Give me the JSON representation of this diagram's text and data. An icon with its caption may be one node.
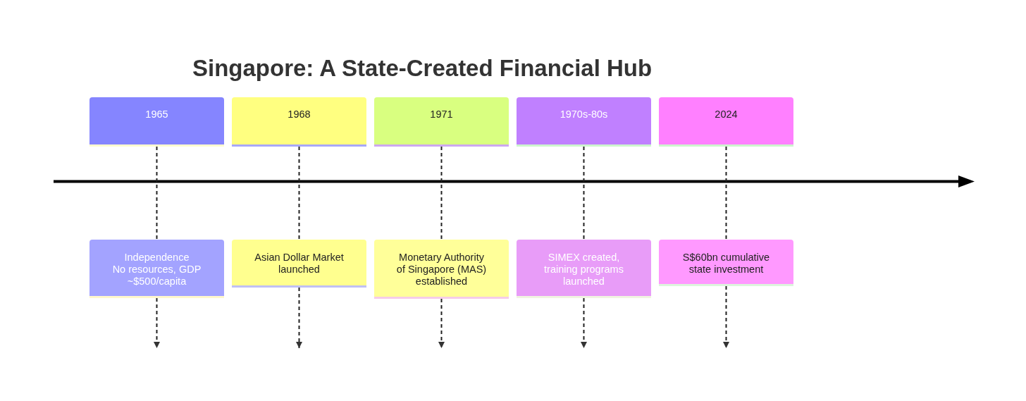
{
  "diagram": {
    "title": "Singapore: A State-Created Financial Hub",
    "nodes": [
      {
        "text": [
          "1965"
        ]
      },
      {
        "text": [
          "Independence",
          "No resources, GDP ~$500/capita"
        ]
      },
      {
        "text": [
          "1968"
        ]
      },
      {
        "text": [
          "Asian Dollar Market launched"
        ]
      },
      {
        "text": [
          "1971"
        ]
      },
      {
        "text": [
          "Monetary Authority of Singapore (MAS) established"
        ]
      },
      {
        "text": [
          "1970s-80s"
        ]
      },
      {
        "text": [
          "SIMEX created, training programs launched"
        ]
      },
      {
        "text": [
          "2024"
        ]
      },
      {
        "text": [
          "S$60bn cumulative state investment"
        ]
      }
    ],
    "edges": [
      {
        "from": 0,
        "to": 1,
        "arrow": "none",
        "style": "dashed"
      },
      {
        "from": 1,
        "to": null,
        "arrow": "to",
        "style": "dashed"
      },
      {
        "from": 2,
        "to": 3,
        "arrow": "none",
        "style": "dashed"
      },
      {
        "from": 3,
        "to": null,
        "arrow": "to",
        "style": "dashed"
      },
      {
        "from": 4,
        "to": 5,
        "arrow": "none",
        "style": "dashed"
      },
      {
        "from": 5,
        "to": null,
        "arrow": "to",
        "style": "dashed"
      },
      {
        "from": 6,
        "to": 7,
        "arrow": "none",
        "style": "dashed"
      },
      {
        "from": 7,
        "to": null,
        "arrow": "to",
        "style": "dashed"
      },
      {
        "from": 8,
        "to": 9,
        "arrow": "none",
        "style": "dashed"
      },
      {
        "from": 9,
        "to": null,
        "arrow": "to",
        "style": "dashed"
      }
    ]
  }
}
